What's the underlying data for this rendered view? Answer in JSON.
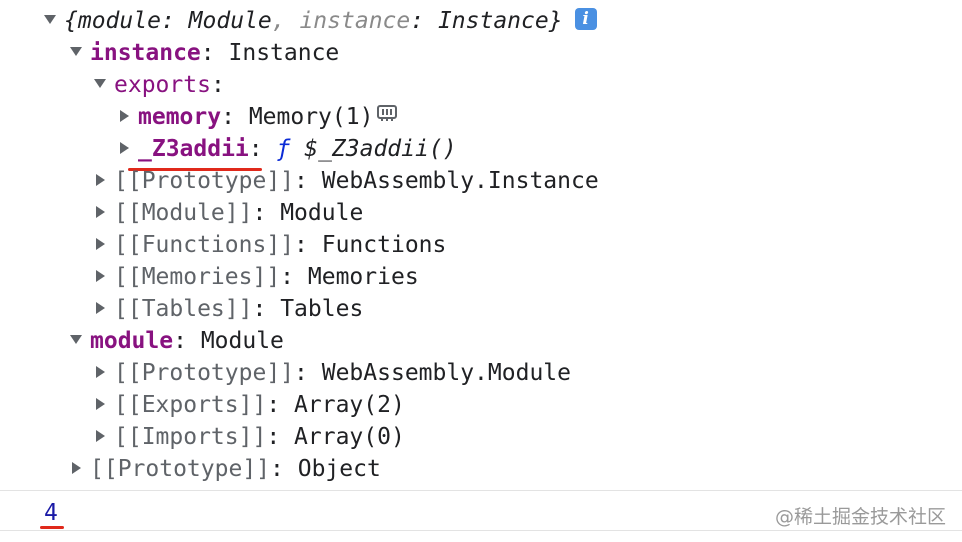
{
  "root": {
    "open_brace": "{",
    "k1": "module",
    "sep1": ": ",
    "v1": "Module",
    "comma": ", ",
    "k2": "instance",
    "sep2": ": ",
    "v2": "Instance",
    "close_brace": "}",
    "info_glyph": "i"
  },
  "instance": {
    "key": "instance",
    "colon": ":",
    "value": "Instance",
    "exports": {
      "key": "exports",
      "colon": ":",
      "memory": {
        "key": "memory",
        "colon": ":",
        "value": "Memory(1)"
      },
      "func": {
        "key": "_Z3addii",
        "colon": ":",
        "f": "ƒ",
        "value": "$_Z3addii()"
      }
    },
    "internals": [
      {
        "key": "[[Prototype]]",
        "colon": ":",
        "value": "WebAssembly.Instance"
      },
      {
        "key": "[[Module]]",
        "colon": ":",
        "value": "Module"
      },
      {
        "key": "[[Functions]]",
        "colon": ":",
        "value": "Functions"
      },
      {
        "key": "[[Memories]]",
        "colon": ":",
        "value": "Memories"
      },
      {
        "key": "[[Tables]]",
        "colon": ":",
        "value": "Tables"
      }
    ]
  },
  "module": {
    "key": "module",
    "colon": ":",
    "value": "Module",
    "internals": [
      {
        "key": "[[Prototype]]",
        "colon": ":",
        "value": "WebAssembly.Module"
      },
      {
        "key": "[[Exports]]",
        "colon": ":",
        "value": "Array(2)"
      },
      {
        "key": "[[Imports]]",
        "colon": ":",
        "value": "Array(0)"
      }
    ]
  },
  "root_prototype": {
    "key": "[[Prototype]]",
    "colon": ":",
    "value": "Object"
  },
  "result": {
    "value": "4"
  },
  "watermark": {
    "text": "@稀土掘金技术社区"
  },
  "colors": {
    "key": "#881280",
    "result": "#1a1aa6",
    "func": "#0b2bd6",
    "annotation": "#e0291b",
    "info": "#4a90e2"
  }
}
